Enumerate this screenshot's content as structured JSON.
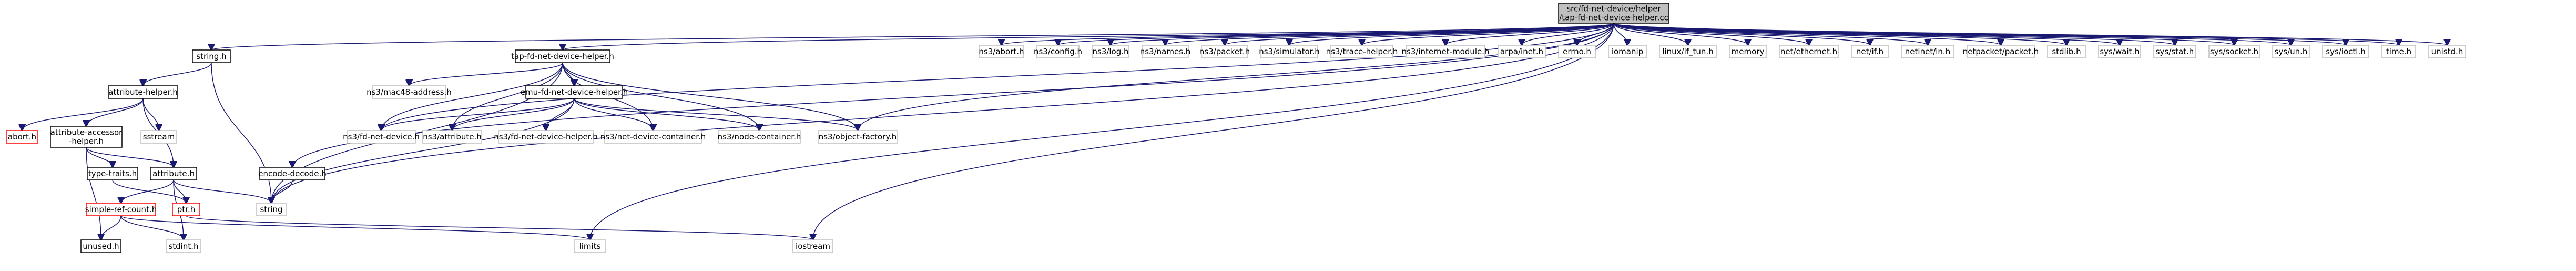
{
  "colors": {
    "edge": "#191970",
    "root_fill": "#bfbfbf",
    "root_border": "#000000",
    "documented_border": "#000000",
    "undocumented_border": "#bfbfbf",
    "truncated_border": "#ff0000",
    "node_fill": "#ffffff"
  },
  "nodes": {
    "root": {
      "line1": "src/fd-net-device/helper",
      "line2": "/tap-fd-net-device-helper.cc"
    },
    "string_h": "string.h",
    "attribute_helper_h": "attribute-helper.h",
    "abort_h": "abort.h",
    "attribute_accessor_helper_h": {
      "line1": "attribute-accessor",
      "line2": "-helper.h"
    },
    "sstream": "sstream",
    "type_traits_h": "type-traits.h",
    "attribute_h": "attribute.h",
    "simple_ref_count_h": "simple-ref-count.h",
    "ptr_h": "ptr.h",
    "unused_h": "unused.h",
    "stdint_h": "stdint.h",
    "string": "string",
    "limits": "limits",
    "iostream": "iostream",
    "encode_decode_h": "encode-decode.h",
    "tap_helper_h": "tap-fd-net-device-helper.h",
    "mac48": "ns3/mac48-address.h",
    "emu_helper_h": "emu-fd-net-device-helper.h",
    "fd_net_device_h": "ns3/fd-net-device.h",
    "ns3_attribute_h": "ns3/attribute.h",
    "fd_net_device_helper_h": "ns3/fd-net-device-helper.h",
    "net_device_container_h": "ns3/net-device-container.h",
    "node_container_h": "ns3/node-container.h",
    "object_factory_h": "ns3/object-factory.h",
    "top_row": [
      "ns3/abort.h",
      "ns3/config.h",
      "ns3/log.h",
      "ns3/names.h",
      "ns3/packet.h",
      "ns3/simulator.h",
      "ns3/trace-helper.h",
      "ns3/internet-module.h",
      "arpa/inet.h",
      "errno.h",
      "iomanip",
      "linux/if_tun.h",
      "memory",
      "net/ethernet.h",
      "net/if.h",
      "netinet/in.h",
      "netpacket/packet.h",
      "stdlib.h",
      "sys/wait.h",
      "sys/stat.h",
      "sys/socket.h",
      "sys/un.h",
      "sys/ioctl.h",
      "time.h",
      "unistd.h"
    ]
  }
}
